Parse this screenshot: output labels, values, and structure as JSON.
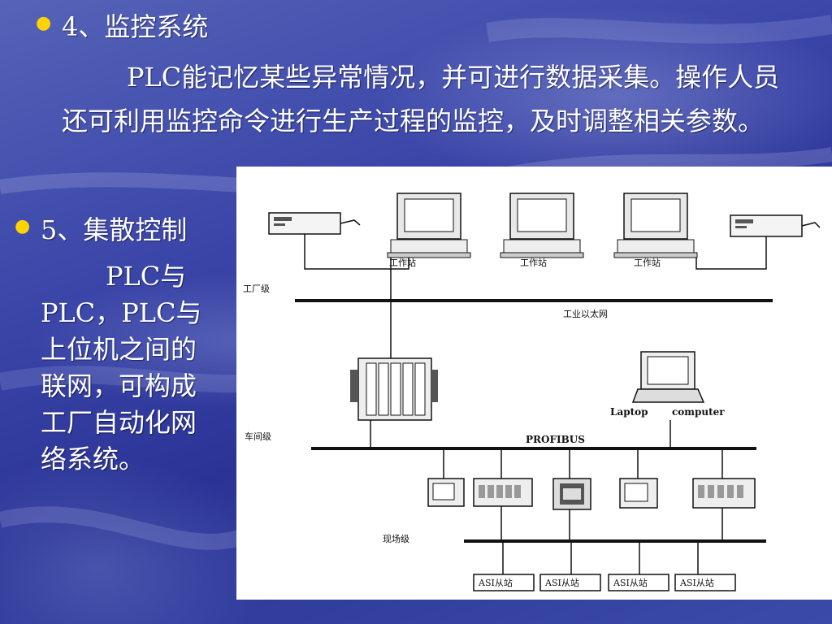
{
  "slide": {
    "item1": {
      "heading": "4、监控系统",
      "body": "PLC能记忆某些异常情况，并可进行数据采集。操作人员还可利用监控命令进行生产过程的监控，及时调整相关参数。"
    },
    "item2": {
      "heading": "5、集散控制",
      "body": "PLC与PLC，PLC与上位机之间的联网，可构成工厂自动化网络系统。"
    }
  },
  "diagram": {
    "levels": {
      "factory": "工厂级",
      "workshop": "车间级",
      "field": "现场级"
    },
    "workstations": [
      "工作站",
      "工作站",
      "工作站"
    ],
    "buses": {
      "ethernet": "工业以太网",
      "profibus": "PROFIBUS"
    },
    "laptop": {
      "label_left": "Laptop",
      "label_right": "computer"
    },
    "asi_stations": [
      "ASI从站",
      "ASI从站",
      "ASI从站",
      "ASI从站"
    ]
  },
  "colors": {
    "bullet": "#ffd400",
    "text": "#ffffff",
    "background": "#3a45a8"
  }
}
